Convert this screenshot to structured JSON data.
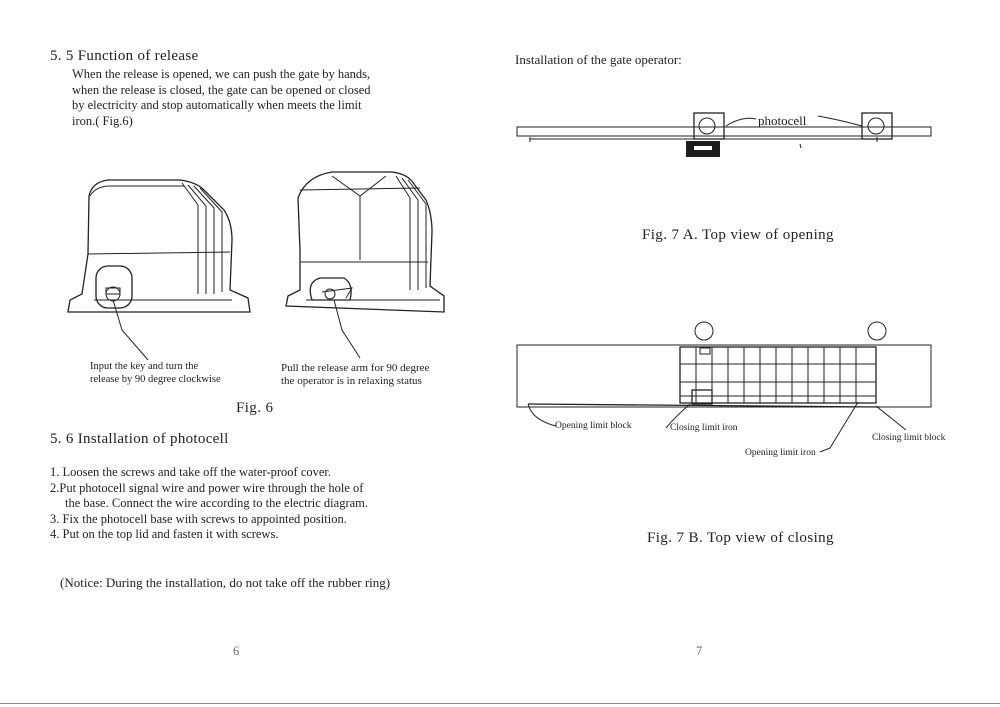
{
  "left_page": {
    "section_55": {
      "heading": "5. 5  Function  of  release",
      "lines": [
        "When the release is opened, we can push the gate by hands,",
        "when the release is closed, the gate can be opened or closed",
        "by electricity and stop automatically when meets the limit",
        "iron.( Fig.6)"
      ]
    },
    "fig6": {
      "label_left": [
        "Input  the  key  and  turn  the",
        "release  by  90  degree  clockwise"
      ],
      "label_right": [
        "Pull the release arm for 90 degree",
        "the operator is in relaxing status"
      ],
      "caption": "Fig.  6"
    },
    "section_56": {
      "heading": "5. 6  Installation  of  photocell",
      "steps": [
        "1. Loosen the screws and take off the water-proof cover.",
        "2.Put photocell signal wire and power wire  through the hole of",
        "the base. Connect the wire according to the electric diagram.",
        "3. Fix the photocell base with screws to appointed position.",
        "4. Put on the top lid and fasten it with screws."
      ],
      "notice": "(Notice: During the installation, do not take off the rubber ring)"
    },
    "page_number": "6"
  },
  "right_page": {
    "title": "Installation of the gate operator:",
    "fig7a": {
      "photocell_label": "photocell",
      "caption": "Fig. 7  A.   Top  view  of  opening"
    },
    "fig7b": {
      "opening_limit_block": "Opening  limit  block",
      "closing_limit_iron": "Closing  limit  iron",
      "opening_limit_iron": "Opening  limit  iron",
      "closing_limit_block": "Closing  limit  block",
      "caption": "Fig. 7  B.   Top  view  of  closing"
    },
    "page_number": "7"
  }
}
